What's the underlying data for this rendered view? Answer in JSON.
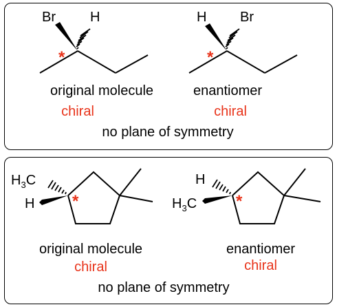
{
  "panels": [
    {
      "molecules": [
        {
          "name": "original molecule",
          "tag": "chiral",
          "atoms": [
            "Br",
            "H"
          ]
        },
        {
          "name": "enantiomer",
          "tag": "chiral",
          "atoms": [
            "H",
            "Br"
          ]
        }
      ],
      "note": "no plane of symmetry",
      "star": "*"
    },
    {
      "molecules": [
        {
          "name": "original molecule",
          "tag": "chiral",
          "atoms": {
            "methyl_H": "H",
            "methyl_num": "3",
            "methyl_C": "C",
            "hydrogen": "H"
          }
        },
        {
          "name": "enantiomer",
          "tag": "chiral",
          "atoms": {
            "methyl_H": "H",
            "methyl_num": "3",
            "methyl_C": "C",
            "hydrogen": "H"
          }
        }
      ],
      "note": "no plane of symmetry",
      "star": "*"
    }
  ],
  "colors": {
    "highlight": "#e8331a",
    "border": "#000000"
  }
}
